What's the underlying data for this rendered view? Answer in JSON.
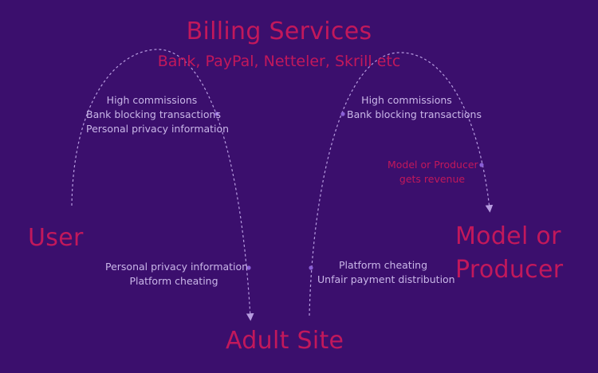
{
  "colors": {
    "background": "#3b0f6d",
    "accent": "#c2185b",
    "annotation": "#c9b6e8",
    "connector": "#b79ce0",
    "dot": "#8a5fd6"
  },
  "nodes": {
    "billing": {
      "title": "Billing Services",
      "subtitle": "Bank, PayPal, Netteler, Skrill etc"
    },
    "user": {
      "title": "User"
    },
    "model": {
      "title_line1": "Model or",
      "title_line2": "Producer"
    },
    "site": {
      "title": "Adult Site"
    }
  },
  "annotations": {
    "user_to_billing": [
      "High commissions",
      "Bank blocking transactions",
      "Personal privacy information"
    ],
    "billing_to_model": [
      "High commissions",
      "Bank blocking transactions"
    ],
    "model_revenue": [
      "Model or Producer",
      "gets revenue"
    ],
    "user_to_site": [
      "Personal privacy information",
      "Platform cheating"
    ],
    "site_to_model": [
      "Platform cheating",
      "Unfair payment distribution"
    ]
  }
}
